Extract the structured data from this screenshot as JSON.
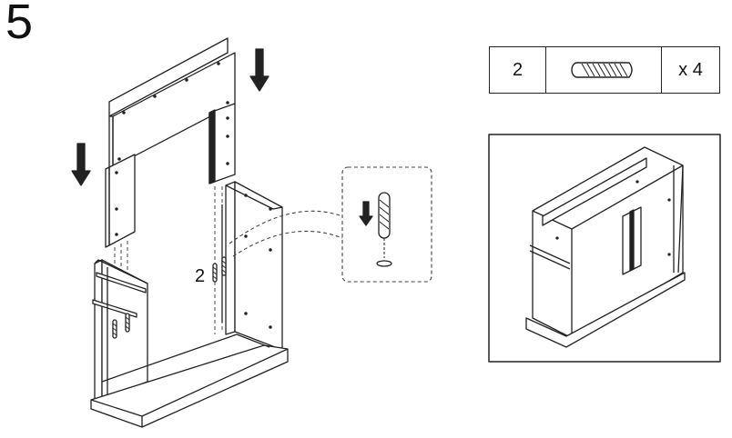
{
  "step": {
    "number": "5"
  },
  "parts_table": {
    "part_id": "2",
    "part_icon": "wooden-dowel-icon",
    "quantity": "x 4"
  },
  "callouts": {
    "left_dowel_label": "2",
    "right_dowel_label": "2"
  },
  "icons": {
    "arrow": "down-arrow-icon",
    "dowel": "wooden-dowel-icon"
  },
  "colors": {
    "line": "#222222",
    "background": "#ffffff",
    "dashed": "#444444"
  }
}
